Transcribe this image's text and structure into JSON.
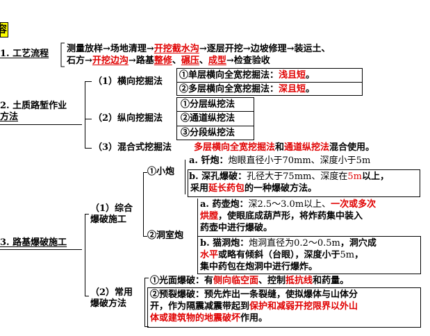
{
  "header": {
    "tag": "容"
  },
  "sections": [
    {
      "label": "1. 工艺流程"
    },
    {
      "label_l1": "2. 土质路堑作业",
      "label_l2": "方法"
    },
    {
      "label": "3. 路基爆破施工"
    }
  ],
  "process": {
    "l1": [
      "测量放样→场地清理→",
      "开挖截水沟",
      "→逐层开挖→边坡修理→装运土、"
    ],
    "l2": [
      "石方→",
      "开挖边沟",
      "→路基",
      "整修",
      "、",
      "碾压",
      "、",
      "成型",
      "→检查验收"
    ]
  },
  "soil": {
    "m1": "（1）横向挖掘法",
    "m1a": [
      "①单层横向全宽挖掘法：",
      "浅且短",
      "。"
    ],
    "m1b": [
      "②多层横向全宽挖掘法：",
      "深且短",
      "。"
    ],
    "m2": "（2）纵向挖掘法",
    "m2a": "①分层纵挖法",
    "m2b": "②通道纵挖法",
    "m2c": "③分段纵挖法",
    "m3": "（3）混合式挖掘法",
    "m3d": [
      "多层横向全宽挖掘法",
      "和",
      "通道纵挖法",
      "混合使用。"
    ]
  },
  "blast": {
    "g1_l1": "（1）综合",
    "g1_l2": "爆破施工",
    "small": "①小炮",
    "a": [
      "a. 钎炮：",
      "炮眼直径小于70mm、深度小于5m"
    ],
    "b1": [
      "b. 深孔爆破：",
      "孔径大于75mm、深度在",
      "5m",
      "以上，"
    ],
    "b2": [
      "采用",
      "延长药包",
      "的一种爆破方法。"
    ],
    "cave": "②洞室炮",
    "c1": [
      "a. 药壶炮：",
      "深2.5～3.0m以上、",
      "一次或多次"
    ],
    "c2": [
      "烘膛",
      "，使眼底成葫芦形，将炸药集中装入"
    ],
    "c3": "药壶中进行爆破。",
    "d1": [
      "b. 猫洞炮：",
      "炮洞直径为0.2～0.5m",
      "，洞穴成"
    ],
    "d2": [
      "水平",
      "或略有倾斜（台眼），深度小于",
      "5m",
      "，"
    ],
    "d3": "集中药包在炮洞中进行爆炸。",
    "g2_l1": "（2）常用",
    "g2_l2": "爆破方法",
    "e": [
      "①光面爆破：有",
      "侧向临空面",
      "、控制",
      "抵抗线",
      "和药量。"
    ],
    "f1": "②预裂爆破：预先炸出一条裂缝，使拟爆体与山体分",
    "f2": [
      "开，作为隔震减震带起到",
      "保护和减弱开挖限界以外山"
    ],
    "f3": [
      "体或建筑物的地震破坏",
      "作用。"
    ]
  },
  "colors": {
    "emphasis": "#e00000",
    "text": "#000000",
    "header_bg": "#ffff00"
  }
}
